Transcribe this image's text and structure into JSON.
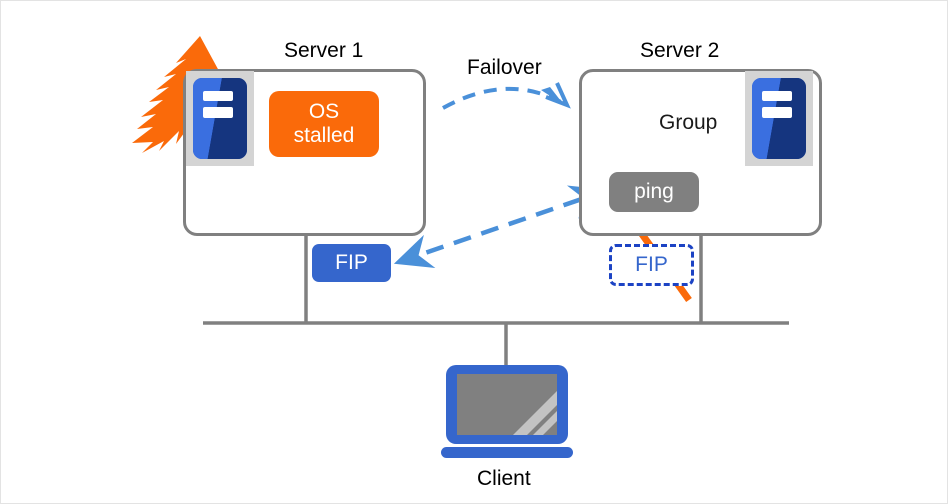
{
  "diagram": {
    "title_server1": "Server 1",
    "title_server2": "Server 2",
    "failover_label": "Failover",
    "group_label": "Group",
    "os_stalled_label": "OS\nstalled",
    "os_stalled_line1": "OS",
    "os_stalled_line2": "stalled",
    "ping_label": "ping",
    "fip_active_label": "FIP",
    "fip_inactive_label": "FIP",
    "client_label": "Client"
  },
  "icons": {
    "fault_burst": "lightning-burst-icon",
    "server_tower": "server-tower-icon",
    "group_resource": "group-circular-arrow-icon",
    "client_device": "laptop-icon",
    "strike_through": "strike-through-icon"
  },
  "colors": {
    "accent_orange": "#fa6a0a",
    "accent_blue": "#3566cc",
    "icon_blue": "#2d5fd0",
    "dark_blue": "#15357f",
    "gray": "#808080",
    "light_gray": "#d4d4d4",
    "dashed_blue": "#1c43c4",
    "arrow_blue": "#4a90d9",
    "line_gray": "#808080",
    "text_black": "#000000",
    "background": "#ffffff",
    "frame_border": "#e3e3e3"
  },
  "status": {
    "server1_state": "OS stalled",
    "server2_group_state": "disabled",
    "server2_fip_state": "inactive",
    "failover_direction": "server1-to-server2"
  }
}
